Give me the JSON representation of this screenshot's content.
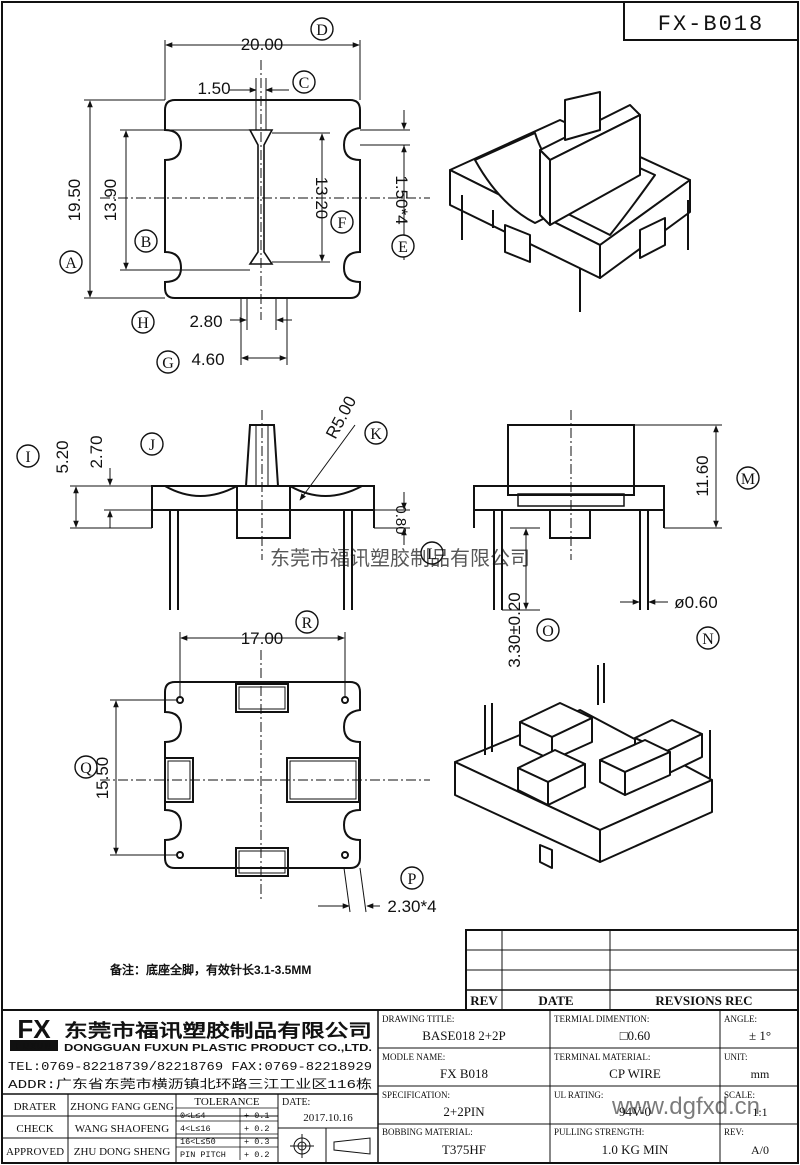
{
  "header": {
    "part_no": "FX-B018"
  },
  "dims": {
    "d20": "20.00",
    "d1_50": "1.50",
    "d19_50": "19.50",
    "d13_90": "13.90",
    "d13_20": "13.20",
    "d1_50x4": "1.50*4",
    "d2_80": "2.80",
    "d4_60": "4.60",
    "d5_20": "5.20",
    "d2_70": "2.70",
    "r5": "R5.00",
    "d0_80": "0.80",
    "d11_60": "11.60",
    "d3_30": "3.30±0.20",
    "d0_60": "ø0.60",
    "d17": "17.00",
    "d15_50": "15.50",
    "d2_30x4": "2.30*4"
  },
  "callouts": {
    "A": "A",
    "B": "B",
    "C": "C",
    "D": "D",
    "E": "E",
    "F": "F",
    "G": "G",
    "H": "H",
    "I": "I",
    "J": "J",
    "K": "K",
    "L": "L",
    "M": "M",
    "N": "N",
    "O": "O",
    "P": "P",
    "Q": "Q",
    "R": "R"
  },
  "watermark": {
    "text": "东莞市福讯塑胶制品有限公司",
    "url": "www.dgfxd.cn"
  },
  "note": "备注：底座全脚，有效针长3.1-3.5MM",
  "revision_table": {
    "headers": [
      "REV",
      "DATE",
      "REVSIONS REC"
    ]
  },
  "company": {
    "logo": "FX",
    "logo_sub": "FUXUN",
    "name_cn": "东莞市福讯塑胶制品有限公司",
    "name_en": "DONGGUAN FUXUN PLASTIC PRODUCT CO.,LTD.",
    "tel": "TEL:0769-82218739/82218769 FAX:0769-82218929",
    "addr": "ADDR:广东省东莞市横沥镇北环路三江工业区116栋"
  },
  "people": {
    "drater_label": "DRATER",
    "drater": "ZHONG FANG GENG",
    "check_label": "CHECK",
    "check": "WANG SHAOFENG",
    "approved_label": "APPROVED",
    "approved": "ZHU DONG SHENG"
  },
  "tolerance": {
    "title": "TOLERANCE",
    "rows": [
      [
        "0<L≤4",
        "+ 0.1"
      ],
      [
        "4<L≤16",
        "+ 0.2"
      ],
      [
        "16<L≤50",
        "+ 0.3"
      ],
      [
        "PIN PITCH",
        "+ 0.2"
      ]
    ]
  },
  "date": {
    "label": "DATE:",
    "value": "2017.10.16"
  },
  "fields": {
    "drawing_title_label": "DRAWING TITLE:",
    "drawing_title": "BASE018 2+2P",
    "model_label": "MODLE NAME:",
    "model": "FX B018",
    "spec_label": "SPECIFICATION:",
    "spec": "2+2PIN",
    "bobbin_label": "BOBBING MATERIAL:",
    "bobbin": "T375HF",
    "terminal_dim_label": "TERMIAL DIMENTION:",
    "terminal_dim": "□0.60",
    "terminal_mat_label": "TERMINAL MATERIAL:",
    "terminal_mat": "CP WIRE",
    "ul_label": "UL RATING:",
    "ul": "94V-0",
    "pull_label": "PULLING STRENGTH:",
    "pull": "1.0 KG MIN",
    "angle_label": "ANGLE:",
    "angle": "± 1°",
    "unit_label": "UNIT:",
    "unit": "mm",
    "scale_label": "SCALE:",
    "scale": "1:1",
    "rev_label": "REV:",
    "rev": "A/0"
  }
}
